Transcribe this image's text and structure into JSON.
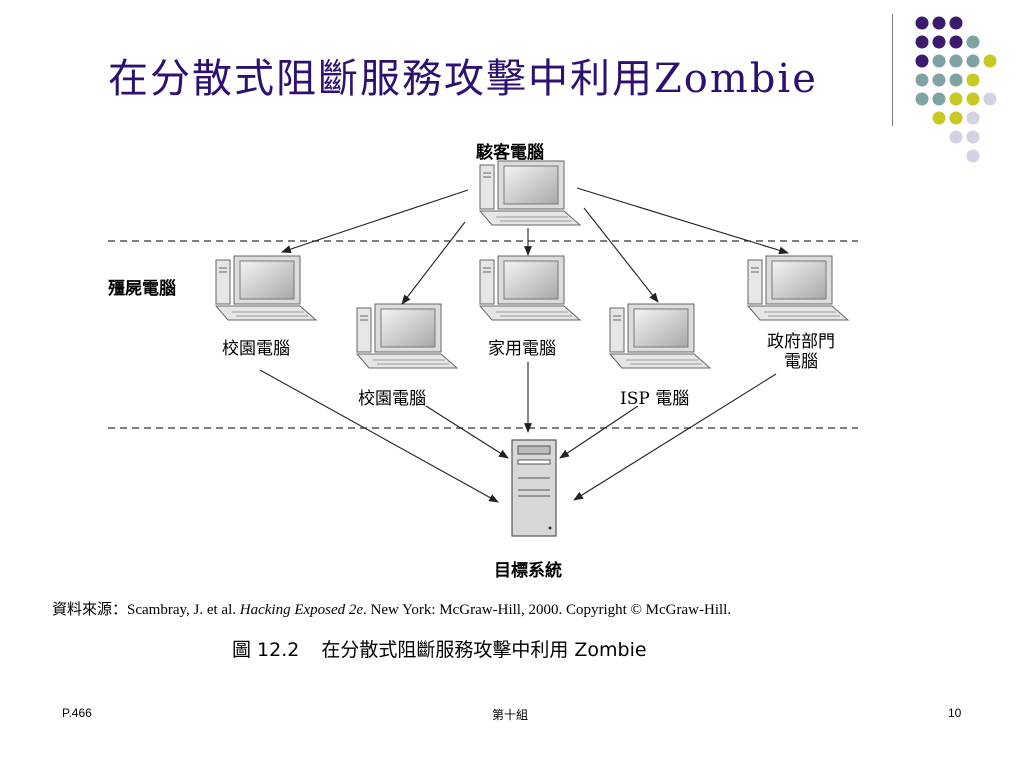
{
  "slide": {
    "title": "在分散式阻斷服務攻擊中利用Zombie"
  },
  "diagram": {
    "attacker_label": "駭客電腦",
    "zombie_row_label": "殭屍電腦",
    "nodes": [
      "校園電腦",
      "校園電腦",
      "家用電腦",
      "ISP 電腦",
      "政府部門",
      "電腦"
    ],
    "target_label": "目標系統"
  },
  "source_note": {
    "prefix": "資料來源：Scambray, J. et al. ",
    "book": "Hacking Exposed 2e",
    "suffix": ". New York: McGraw-Hill, 2000. Copyright © McGraw-Hill."
  },
  "caption": {
    "number": "圖 12.2",
    "text": "在分散式阻斷服務攻擊中利用 Zombie"
  },
  "footer": {
    "left": "P.466",
    "center": "第十組",
    "right": "10"
  },
  "colors": {
    "title": "#2e1070",
    "dot_purple": "#3d1a6e",
    "dot_teal": "#7fa3a3",
    "dot_yellow": "#c8c822",
    "dot_lavender": "#d2d2e4"
  }
}
